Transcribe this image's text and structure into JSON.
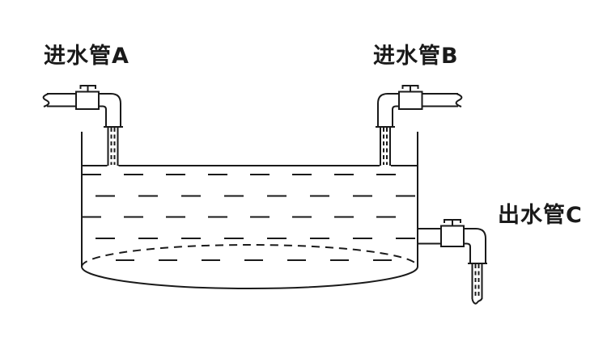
{
  "diagram": {
    "type": "water-tank-with-pipes",
    "labels": {
      "inlet_a": "进水管A",
      "inlet_b": "进水管B",
      "outlet_c": "出水管C"
    },
    "colors": {
      "line": "#1a1a1a",
      "background": "#ffffff"
    }
  }
}
